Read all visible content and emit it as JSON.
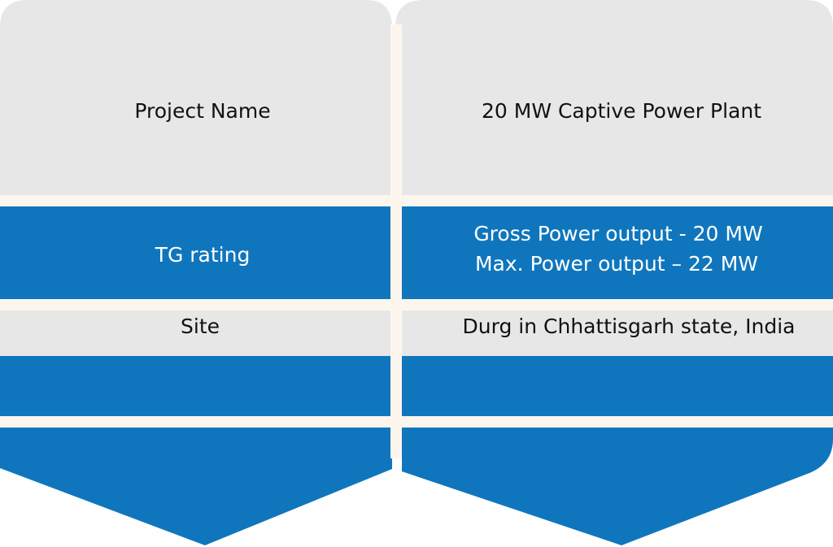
{
  "colors": {
    "gray": "#e7e7e7",
    "blue": "#0f76bd",
    "divider": "#fdf6ee",
    "text_dark": "#111111",
    "text_light": "#ffffff"
  },
  "rows": [
    {
      "label": "Project Name",
      "value_lines": [
        "20 MW Captive Power Plant"
      ]
    },
    {
      "label": "TG rating",
      "value_lines": [
        "Gross Power output - 20 MW",
        "Max. Power output – 22 MW"
      ]
    },
    {
      "label": "Site",
      "value_lines": [
        "Durg in Chhattisgarh state, India"
      ]
    }
  ]
}
